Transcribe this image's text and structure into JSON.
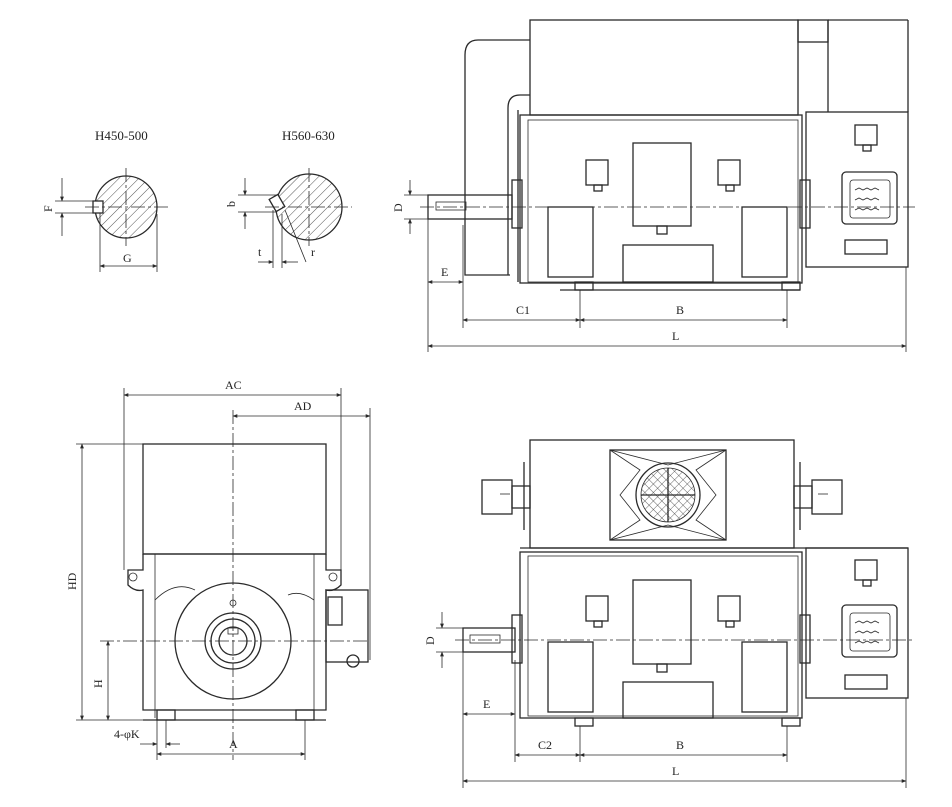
{
  "titles": {
    "key_a": "H450-500",
    "key_b": "H560-630"
  },
  "dims": {
    "F": "F",
    "G": "G",
    "b": "b",
    "t": "t",
    "r": "r",
    "D": "D",
    "E": "E",
    "C1": "C1",
    "B": "B",
    "L": "L",
    "AC": "AC",
    "AD": "AD",
    "HD": "HD",
    "H": "H",
    "K": "4-φK",
    "A": "A",
    "C2": "C2"
  },
  "colors": {
    "line": "#2a2a2a",
    "background": "#ffffff"
  }
}
